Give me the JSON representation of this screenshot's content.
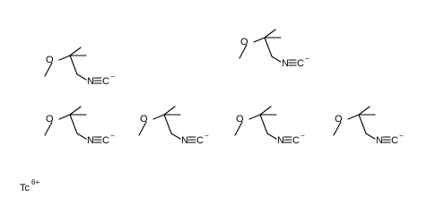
{
  "molecule": {
    "ligand": {
      "oxygen": "O",
      "nitrogen": "N",
      "carbon_anion": "C",
      "carbon_charge": "−"
    },
    "ligand_count": 6,
    "metal": {
      "symbol": "Tc",
      "charge": "6+"
    }
  }
}
